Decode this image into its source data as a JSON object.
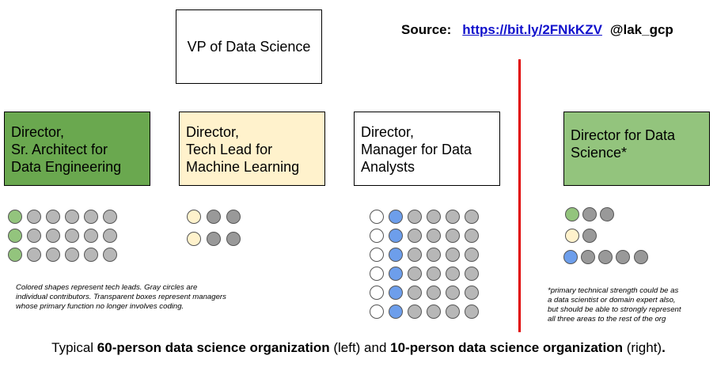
{
  "vp": "VP of Data Science",
  "source": {
    "label": "Source:",
    "link": "https://bit.ly/2FNkKZV",
    "handle": "@lak_gcp"
  },
  "directors": {
    "data_engineering": "Director,\nSr. Architect for\nData Engineering",
    "machine_learning": "Director,\nTech Lead for\nMachine Learning",
    "data_analysts": "Director,\nManager for Data\nAnalysts",
    "data_science": "Director for Data\nScience*"
  },
  "notes": {
    "left": "Colored shapes represent tech leads. Gray circles are\nindividual contributors. Transparent boxes represent managers\nwhose primary function no longer involves coding.",
    "right": "*primary technical strength could be as\na data scientist or domain expert also,\nbut should be able to strongly represent\nall three areas to the rest of the org"
  },
  "caption": {
    "part1": "Typical ",
    "bold1": "60-person data science organization",
    "part2": " (left) and ",
    "bold2": "10-person data science organization",
    "part3": " (right)",
    "end": "."
  },
  "colors": {
    "dark_green": "#6aa84f",
    "light_yellow": "#fff2cc",
    "light_green": "#93c47d",
    "blue": "#6d9eeb",
    "gray": "#b7b7b7",
    "dark_gray": "#999999",
    "red_line": "#e00000"
  }
}
